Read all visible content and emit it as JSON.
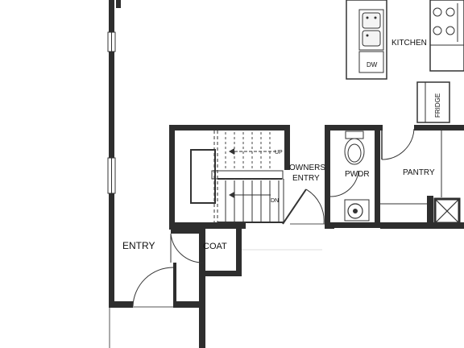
{
  "rooms": {
    "kitchen": "KITCHEN",
    "dishwasher": "DW",
    "fridge": "FRIDGE",
    "owners_entry_line1": "OWNERS",
    "owners_entry_line2": "ENTRY",
    "powder": "PWDR",
    "pantry": "PANTRY",
    "entry": "ENTRY",
    "coat": "COAT"
  },
  "stairs": {
    "up": "UP",
    "down": "DN"
  },
  "colors": {
    "wall": "#2e2e2e",
    "line": "#333333",
    "background": "#ffffff"
  }
}
